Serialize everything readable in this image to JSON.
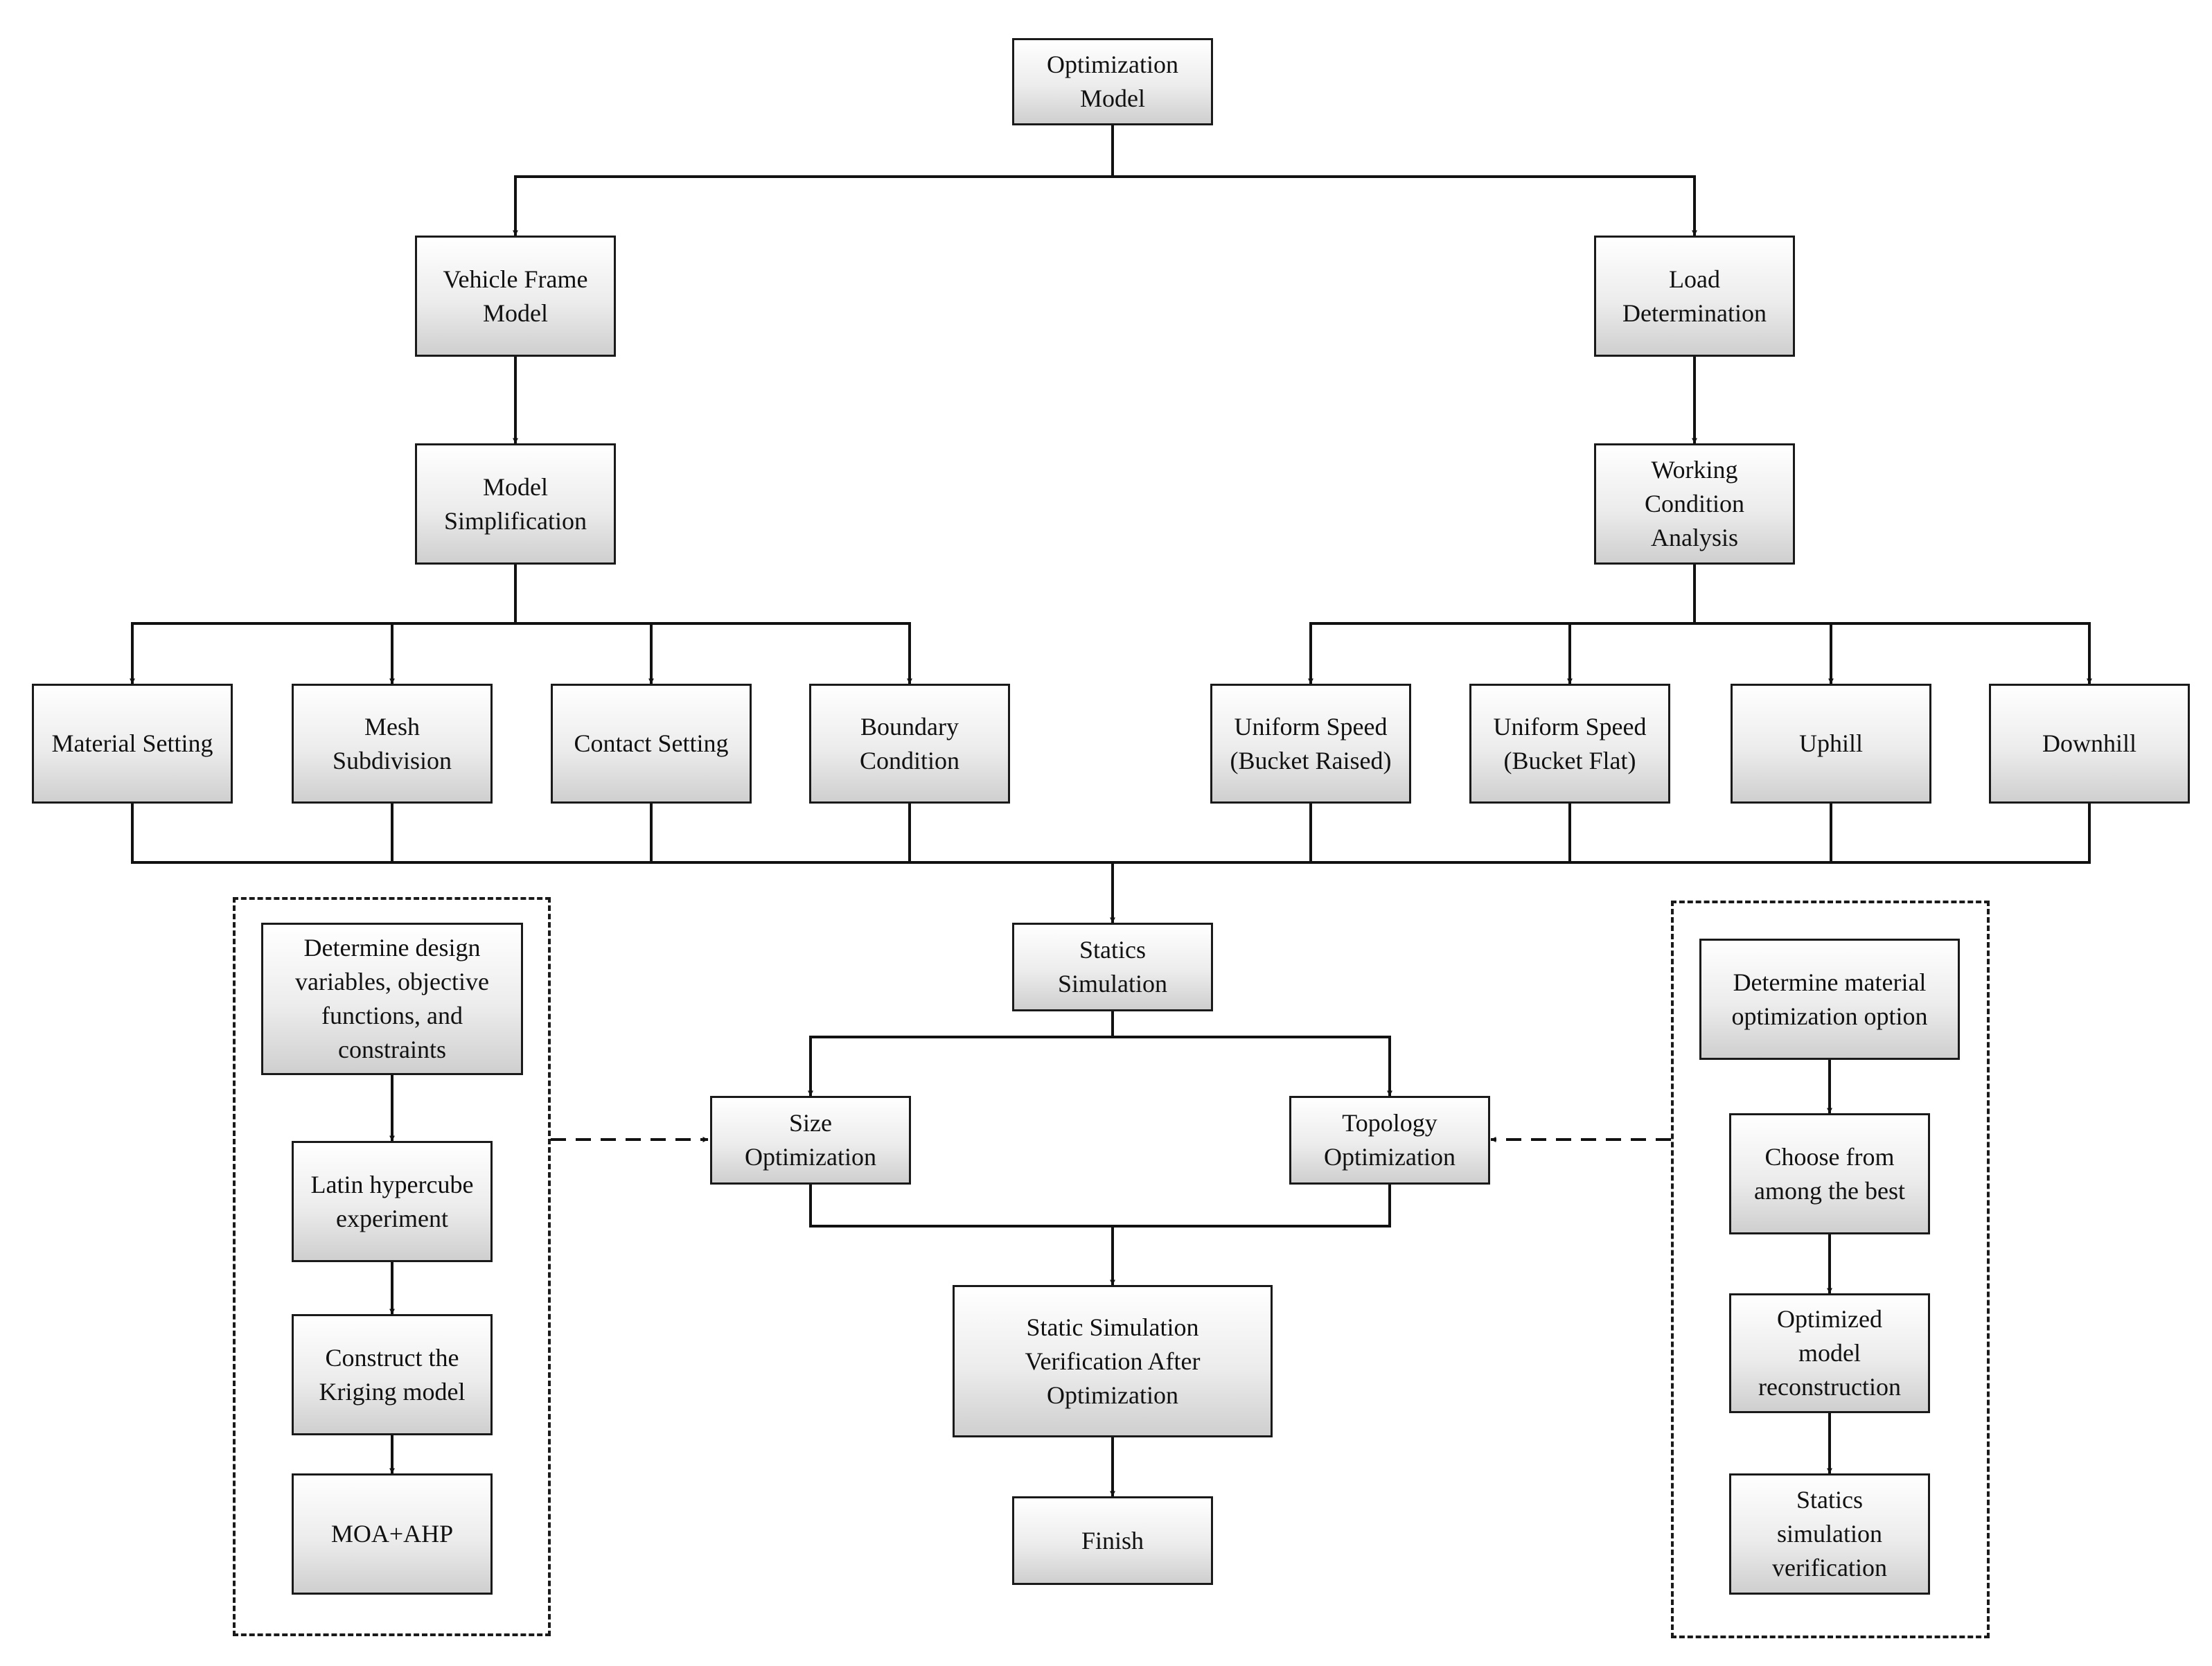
{
  "nodes": {
    "optimization_model": "Optimization\nModel",
    "vehicle_frame_model": "Vehicle Frame\nModel",
    "load_determination": "Load\nDetermination",
    "model_simplification": "Model\nSimplification",
    "working_condition_analysis": "Working\nCondition\nAnalysis",
    "material_setting": "Material Setting",
    "mesh_subdivision": "Mesh\nSubdivision",
    "contact_setting": "Contact Setting",
    "boundary_condition": "Boundary\nCondition",
    "uniform_speed_raised": "Uniform Speed\n(Bucket Raised)",
    "uniform_speed_flat": "Uniform Speed\n(Bucket Flat)",
    "uphill": "Uphill",
    "downhill": "Downhill",
    "statics_simulation": "Statics\nSimulation",
    "size_optimization": "Size\nOptimization",
    "topology_optimization": "Topology\nOptimization",
    "static_verification": "Static Simulation\nVerification After\nOptimization",
    "finish": "Finish",
    "determine_design_variables": "Determine design\nvariables, objective\nfunctions, and\nconstraints",
    "latin_hypercube": "Latin hypercube\nexperiment",
    "kriging_model": "Construct the\nKriging model",
    "moa_ahp": "MOA+AHP",
    "material_option": "Determine material\noptimization option",
    "choose_best": "Choose from\namong the best",
    "model_reconstruction": "Optimized\nmodel\nreconstruction",
    "statics_verification": "Statics\nsimulation\nverification"
  },
  "colors": {
    "line": "#111111",
    "box_border": "#1a1a1a",
    "box_gradient": [
      "#ffffff",
      "#ececec",
      "#cfcfcf"
    ]
  }
}
